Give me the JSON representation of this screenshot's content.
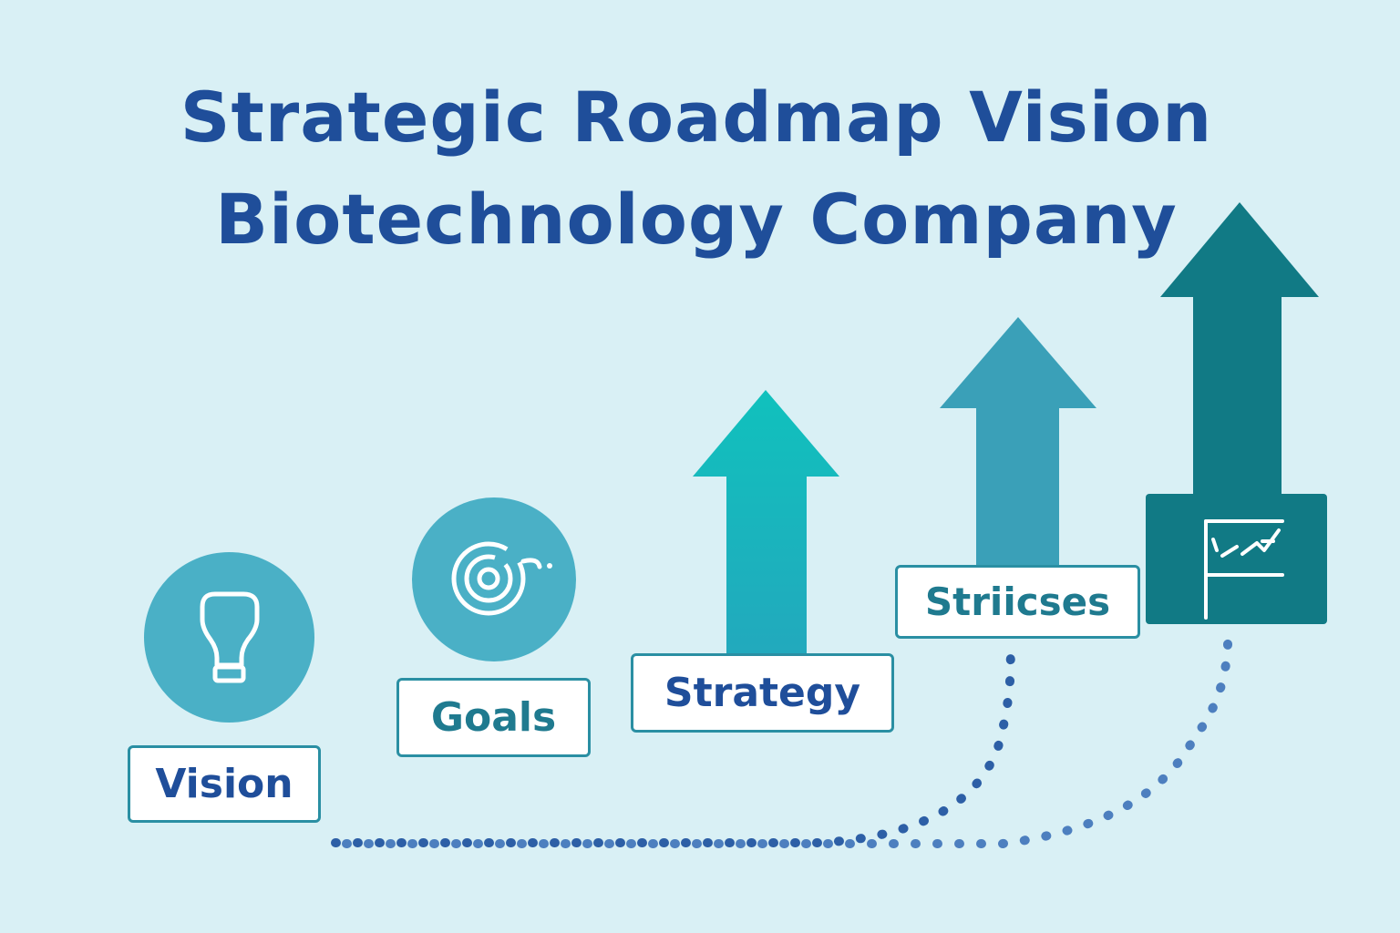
{
  "title": {
    "line1": "Strategic Roadmap Vision",
    "line2": "Biotechnology Company"
  },
  "steps": [
    {
      "label": "Vision",
      "icon": "lightbulb-icon"
    },
    {
      "label": "Goals",
      "icon": "target-icon"
    },
    {
      "label": "Strategy",
      "icon": "teal-arrow-up-icon"
    },
    {
      "label": "Striicses",
      "icon": "blue-arrow-up-icon"
    },
    {
      "label": "",
      "icon": "flag-icon"
    }
  ],
  "colors": {
    "background": "#d9f0f5",
    "title": "#1f4e9a",
    "circle": "#4ab0c6",
    "arrow_strategy": "#17b5b9",
    "arrow_striicses": "#3aa0b8",
    "arrow_final": "#117a85",
    "dots": "#2d5fa6"
  }
}
